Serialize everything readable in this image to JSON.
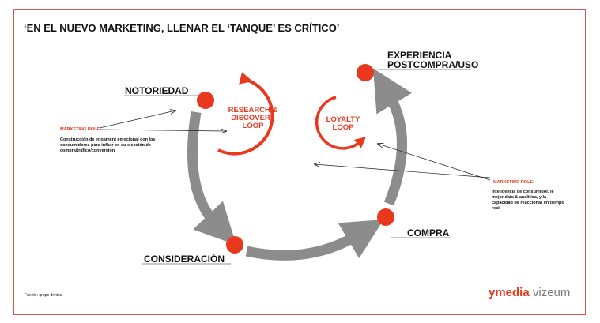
{
  "title": "‘EN EL NUEVO MARKETING, LLENAR EL ‘TANQUE’ ES CRÍTICO’",
  "stages": {
    "notoriedad": "NOTORIEDAD",
    "consideracion": "CONSIDERACIÓN",
    "compra": "COMPRA",
    "experiencia_1": "EXPERIENCIA",
    "experiencia_2": "POSTCOMPRA/USO"
  },
  "loops": {
    "research": "RESEARCH & DISCOVERY LOOP",
    "loyalty": "LOYALTY LOOP"
  },
  "roles": {
    "left_label": "MARKETING ROLE:",
    "left_text": "Construcción de engament emocional con los consumidores para influir en su elección de compra/tráfico/conversión",
    "right_label": "MARKETING ROLE:",
    "right_text": "Inteligencia de consumidor, le mejor data &  analítica, y la capacidad de reaccionar en tiempo real."
  },
  "source": "Fuente: grupo dentsu",
  "logo": {
    "brand": "ymedia",
    "partner": "vizeum"
  },
  "colors": {
    "accent": "#e8381e",
    "arrow": "#8c8c8c"
  }
}
